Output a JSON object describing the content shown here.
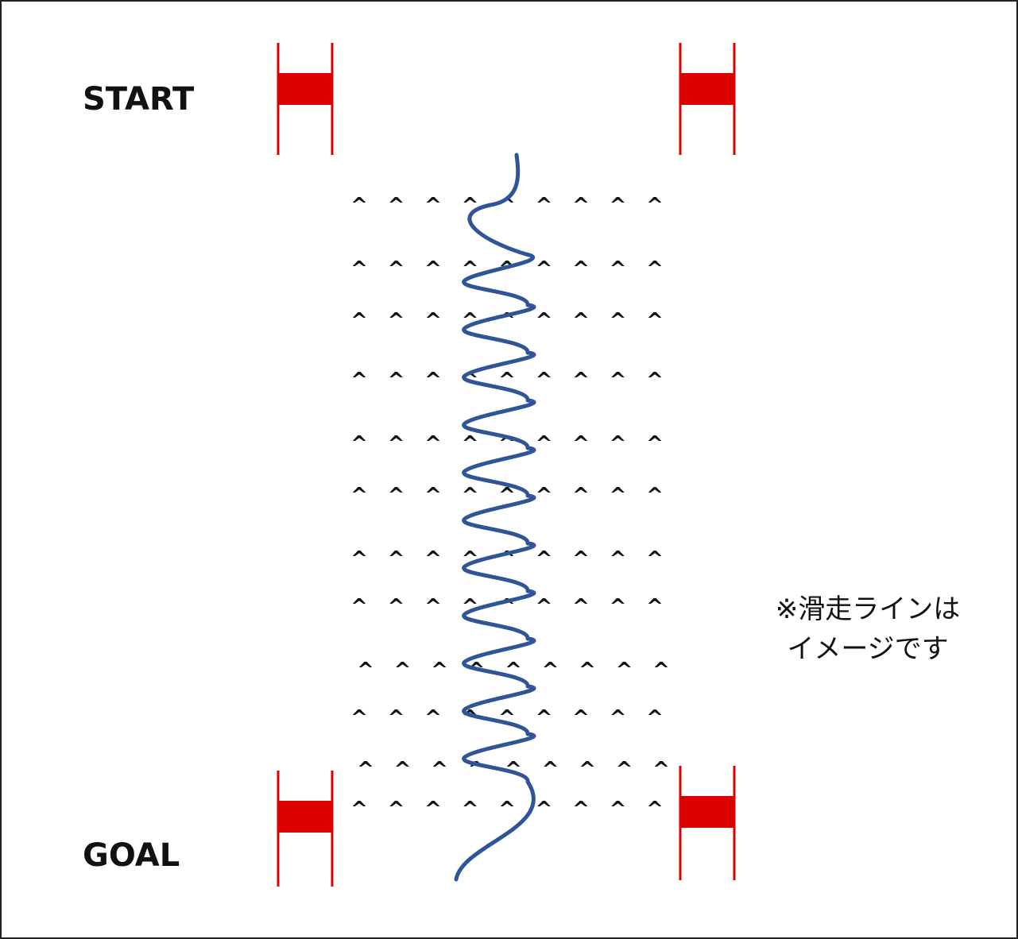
{
  "labels": {
    "start": "START",
    "goal": "GOAL"
  },
  "note": {
    "line1": "※滑走ラインは",
    "line2": "イメージです"
  },
  "course": {
    "gate_color": "#dd0000",
    "ski_line_color": "#2f5597",
    "mogul_symbol": "^",
    "mogul_rows": 12,
    "mogul_columns": 9
  }
}
